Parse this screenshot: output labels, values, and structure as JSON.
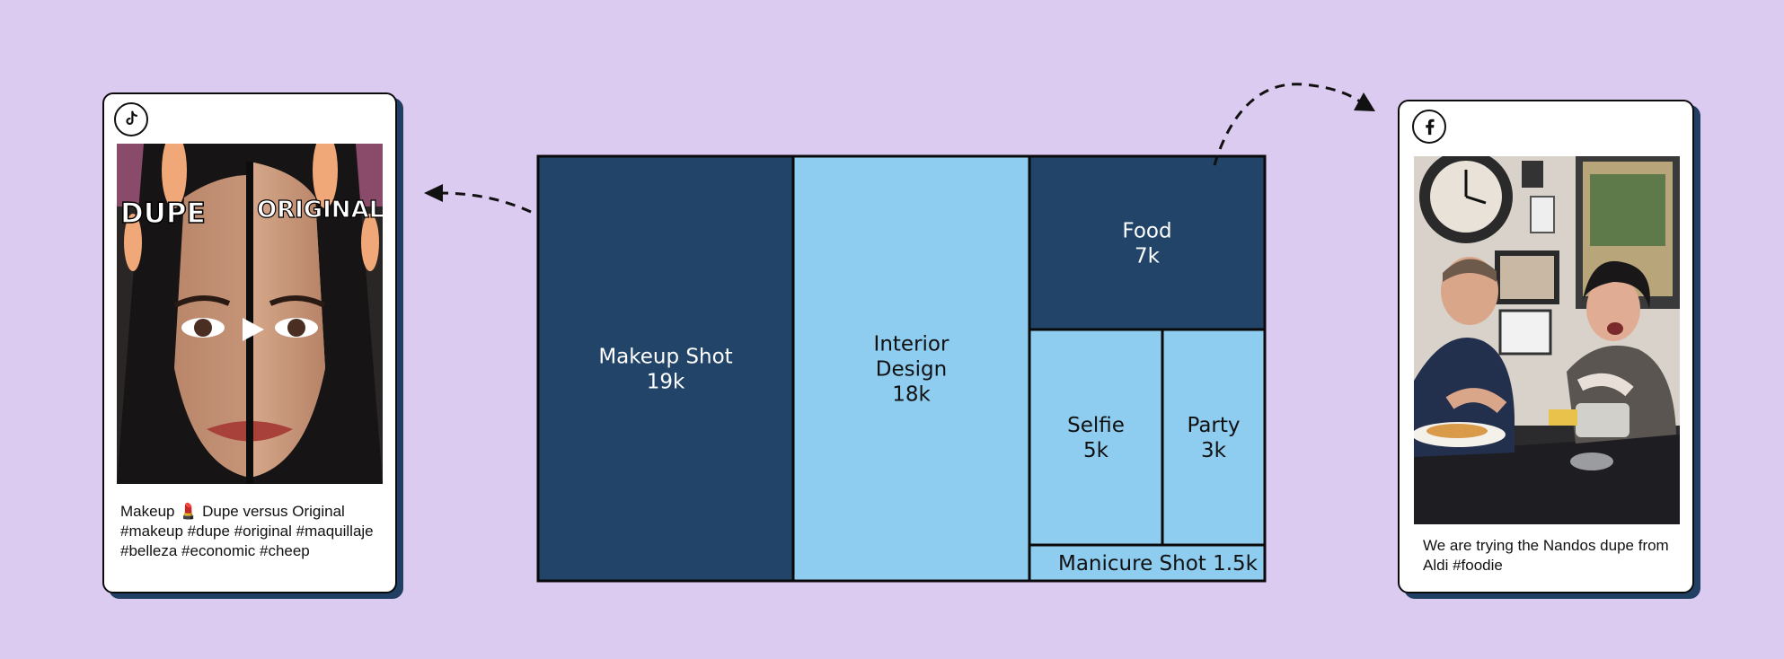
{
  "chart_data": {
    "type": "treemap",
    "title": "",
    "items": [
      {
        "label": "Makeup Shot",
        "value_label": "19k",
        "value": 19000,
        "color": "#224468",
        "text_color": "#ffffff"
      },
      {
        "label": "Interior Design",
        "value_label": "18k",
        "value": 18000,
        "color": "#8ecdf0",
        "text_color": "#111111"
      },
      {
        "label": "Food",
        "value_label": "7k",
        "value": 7000,
        "color": "#224468",
        "text_color": "#ffffff"
      },
      {
        "label": "Selfie",
        "value_label": "5k",
        "value": 5000,
        "color": "#8ecdf0",
        "text_color": "#111111"
      },
      {
        "label": "Party",
        "value_label": "3k",
        "value": 3000,
        "color": "#8ecdf0",
        "text_color": "#111111"
      },
      {
        "label": "Manicure Shot",
        "value_label": "1.5k",
        "value": 1500,
        "color": "#8ecdf0",
        "text_color": "#111111"
      }
    ]
  },
  "cards": {
    "left": {
      "platform_icon": "tiktok-icon",
      "overlay_left": "DUPE",
      "overlay_right": "ORIGINAL",
      "caption": "Makeup 💄 Dupe versus Original #makeup #dupe #original #maquillaje #belleza #economic #cheep"
    },
    "right": {
      "platform_icon": "facebook-icon",
      "caption": "We are trying the Nandos dupe from Aldi #foodie"
    }
  },
  "colors": {
    "background": "#dccbf0",
    "navy": "#224468",
    "light_blue": "#8ecdf0"
  }
}
